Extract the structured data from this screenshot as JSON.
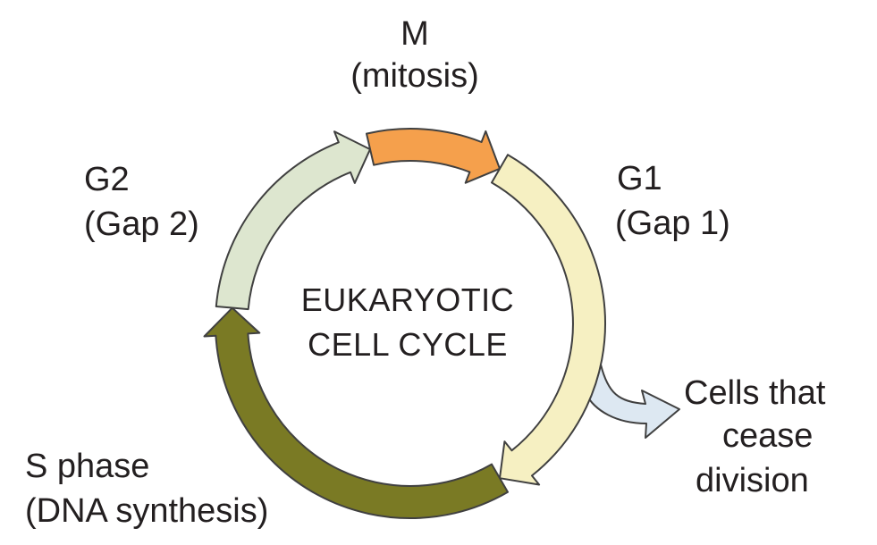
{
  "center_title": [
    "EUKARYOTIC",
    "CELL CYCLE"
  ],
  "phases": {
    "m": {
      "line1": "M",
      "line2": "(mitosis)",
      "color": "#f5a04c"
    },
    "g1": {
      "line1": "G1",
      "line2": "(Gap 1)",
      "color": "#f6f0c2"
    },
    "s": {
      "line1": "S phase",
      "line2": "(DNA synthesis)",
      "color": "#7a7a24"
    },
    "g2": {
      "line1": "G2",
      "line2": "(Gap 2)",
      "color": "#dde6cf"
    }
  },
  "exit": {
    "lines": [
      "Cells that",
      "cease",
      "division"
    ],
    "color": "#dde8f2"
  }
}
